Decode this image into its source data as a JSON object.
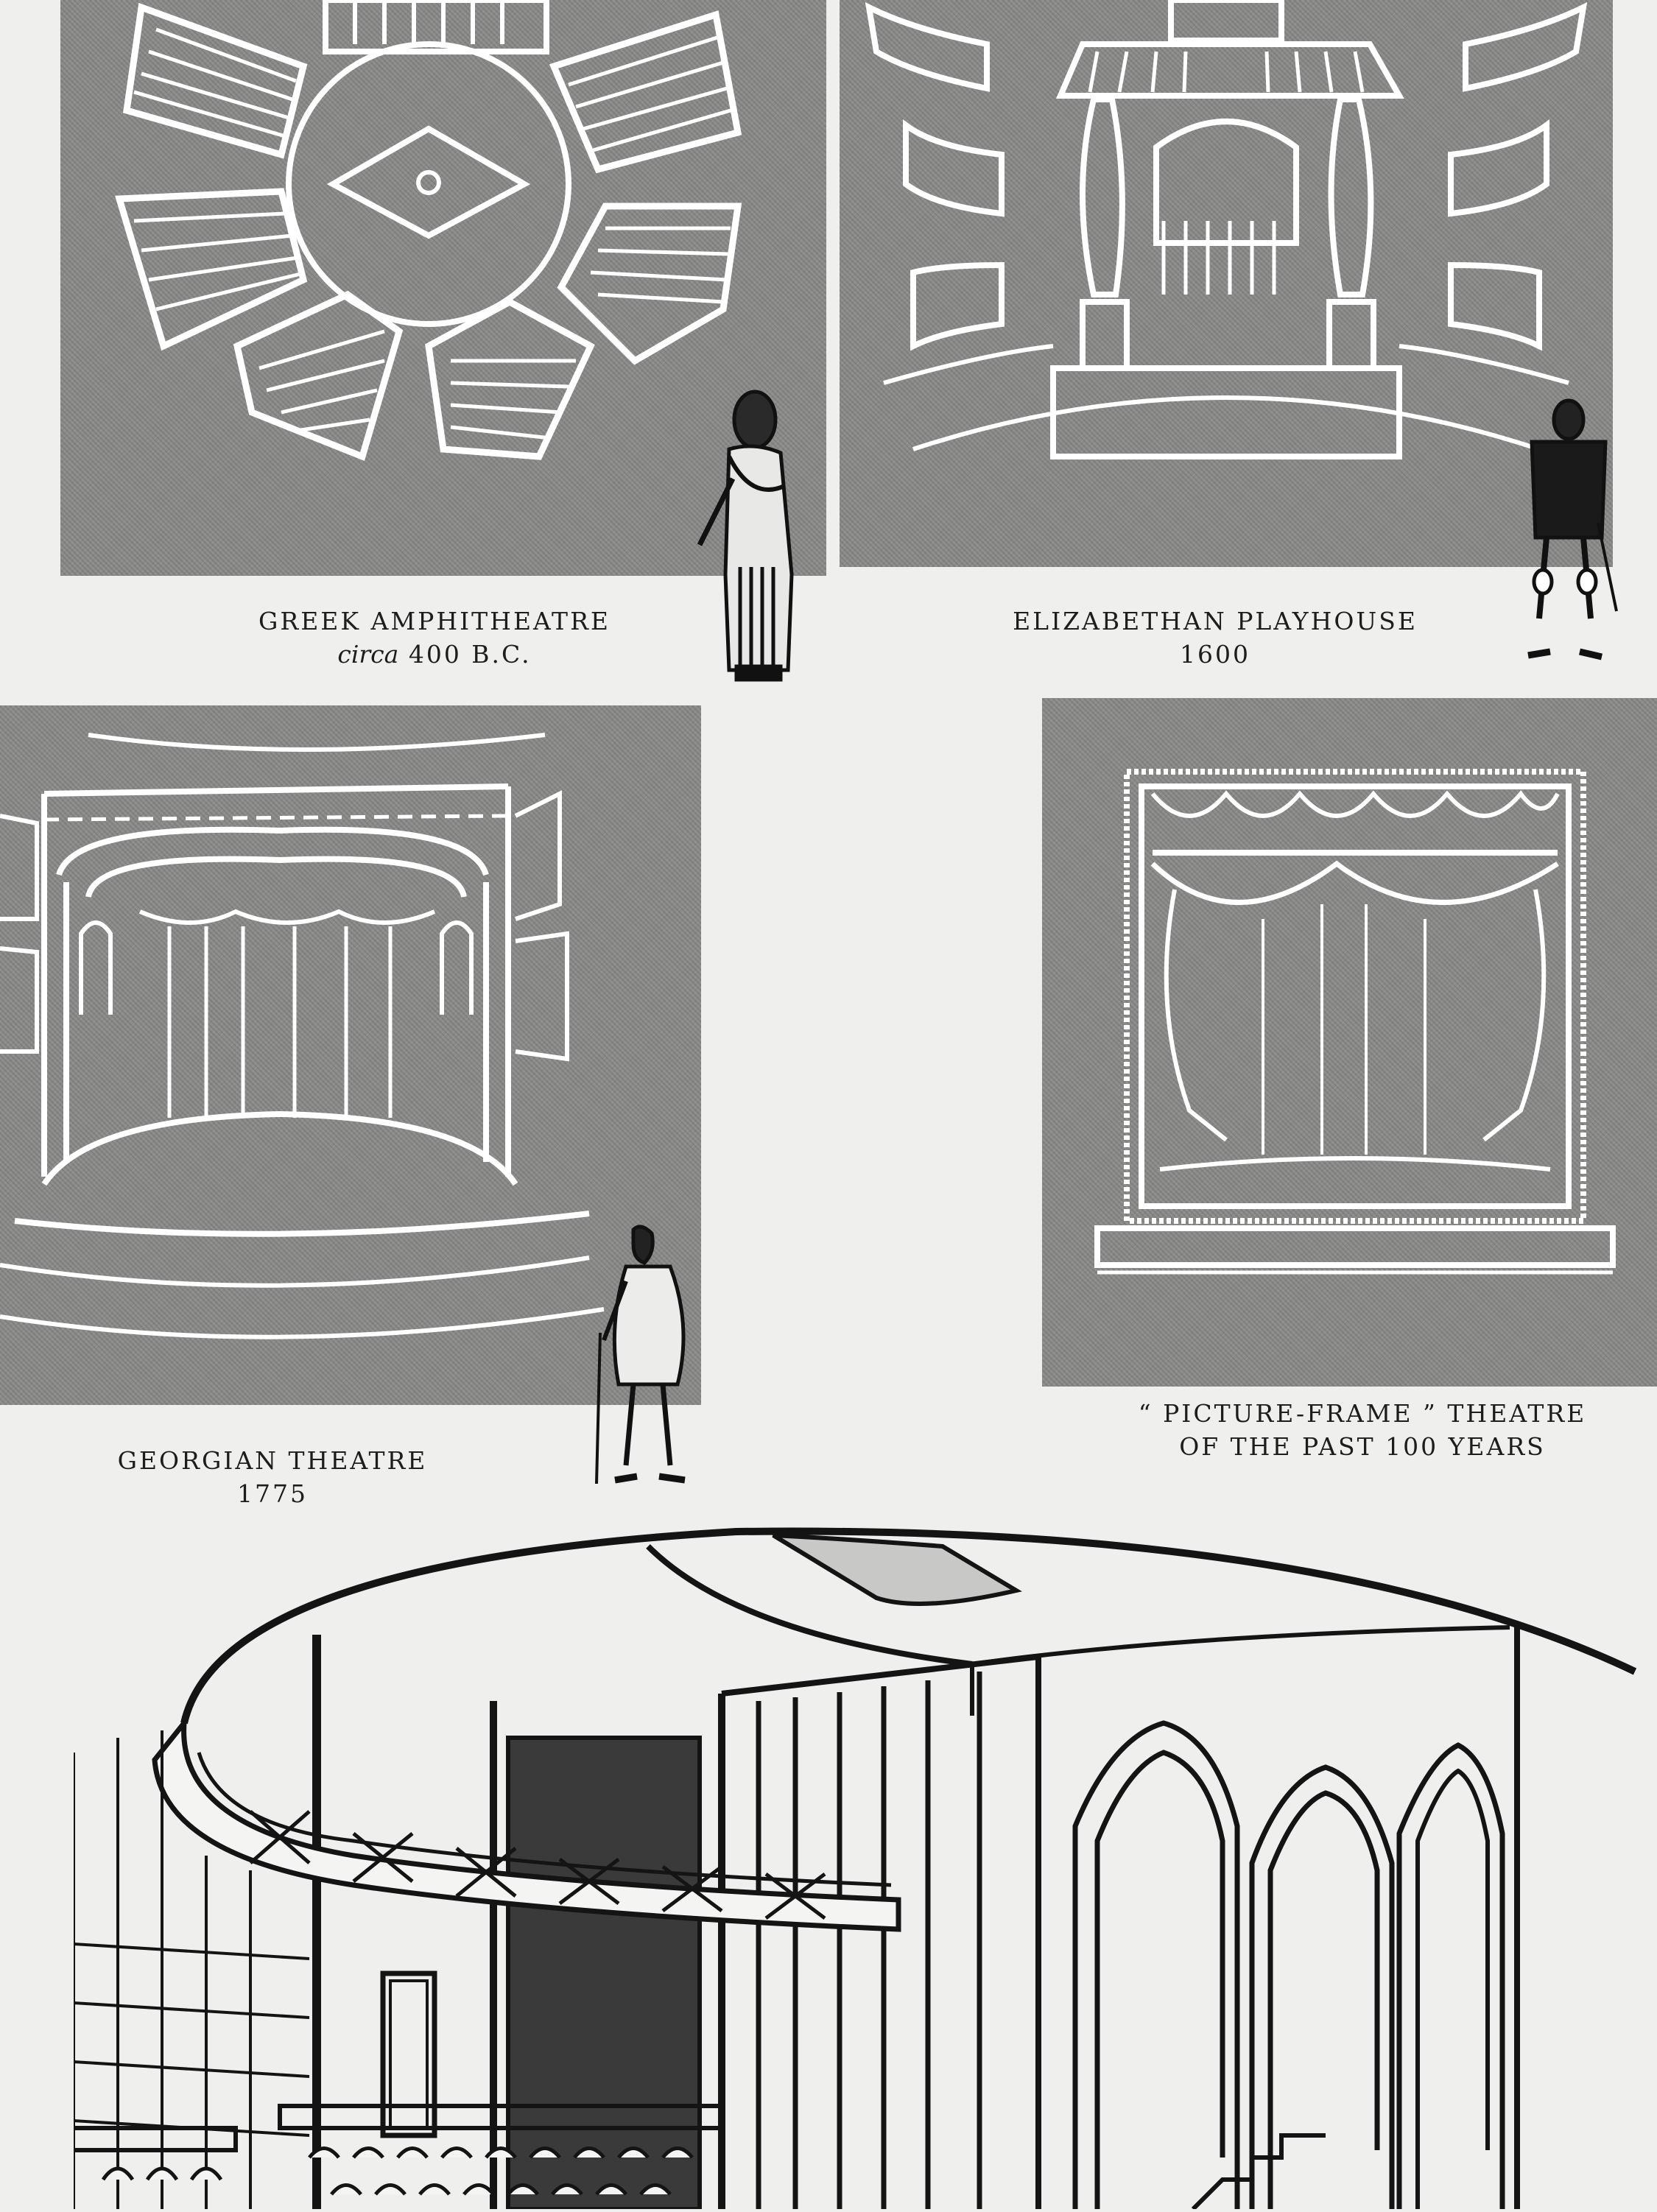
{
  "panels": [
    {
      "id": "greek",
      "caption_line1": "GREEK AMPHITHEATRE",
      "caption_line2_italic": "circa",
      "caption_line2_rest": " 400 B.C."
    },
    {
      "id": "elizabethan",
      "caption_line1": "ELIZABETHAN PLAYHOUSE",
      "caption_line2": "1600"
    },
    {
      "id": "georgian",
      "caption_line1": "GEORGIAN THEATRE",
      "caption_line2": "1775"
    },
    {
      "id": "picture_frame",
      "caption_line1": "“ PICTURE-FRAME ” THEATRE",
      "caption_line2": "OF THE PAST 100 YEARS"
    }
  ],
  "colors": {
    "panel_bg": "#8b8b89",
    "line_art": "#ffffff",
    "ink": "#1c1c1c",
    "paper": "#efefed"
  }
}
